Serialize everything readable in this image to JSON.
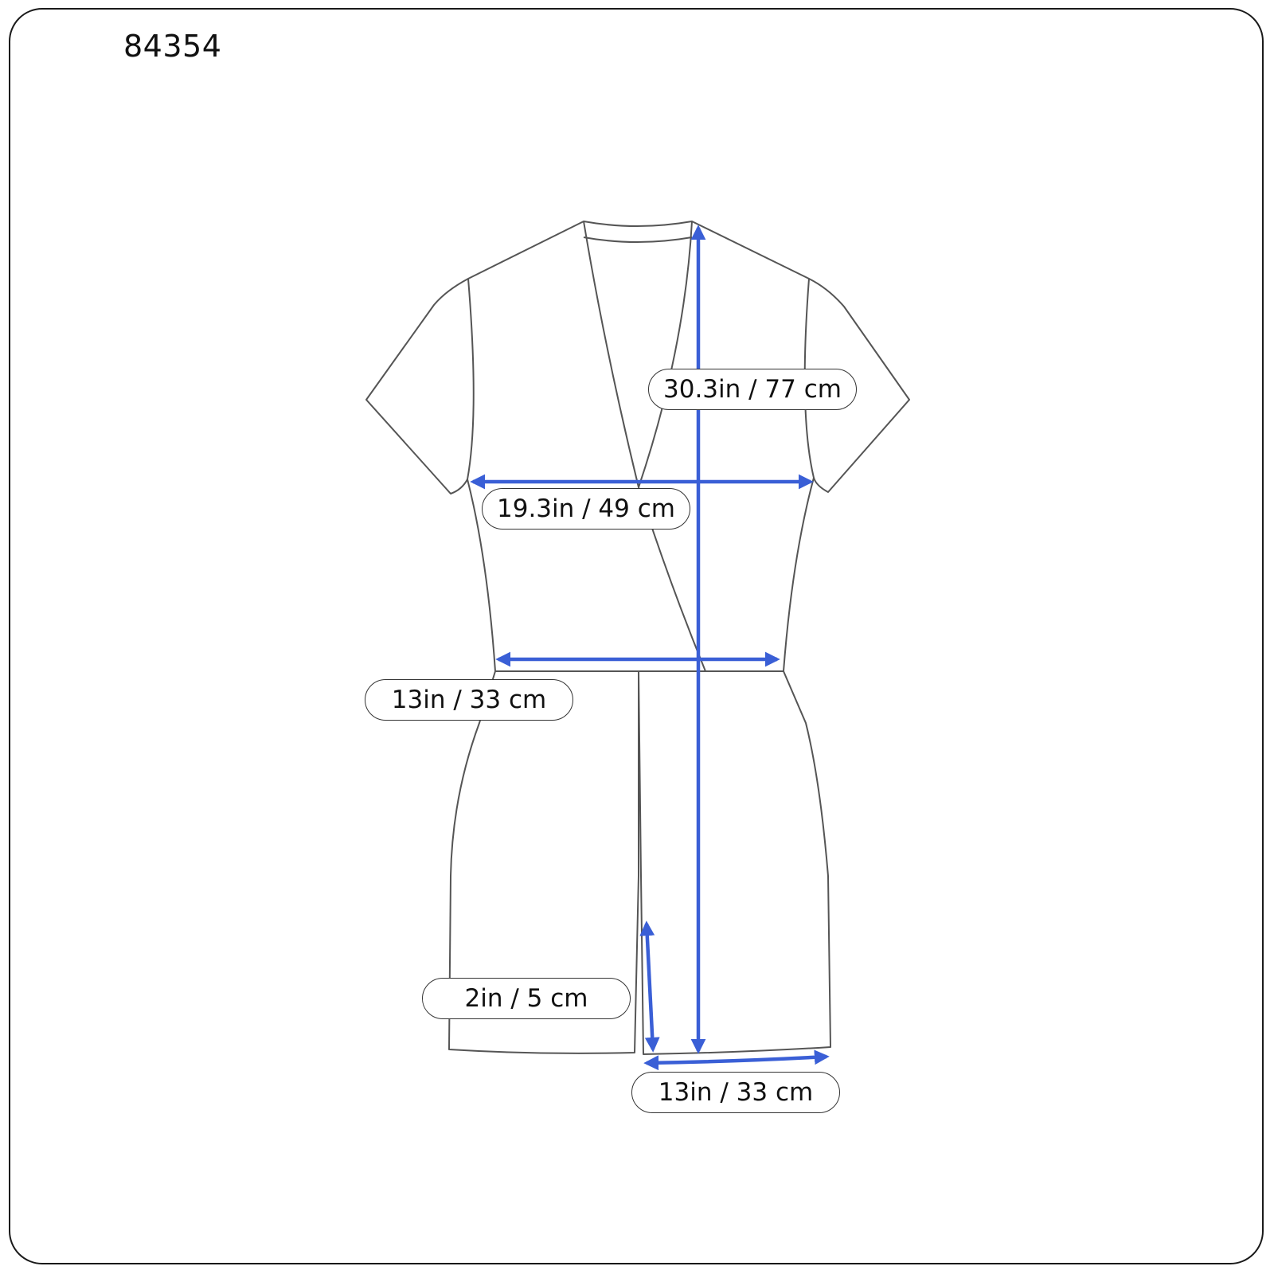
{
  "product_id": "84354",
  "measurements": {
    "length": {
      "label": "30.3in / 77 cm"
    },
    "chest": {
      "label": "19.3in / 49 cm"
    },
    "waist": {
      "label": "13in / 33 cm"
    },
    "slit": {
      "label": "2in / 5 cm"
    },
    "hem": {
      "label": "13in / 33 cm"
    }
  },
  "colors": {
    "outline": "#555555",
    "arrow": "#3a5fd6",
    "frame": "#1a1a1a"
  }
}
